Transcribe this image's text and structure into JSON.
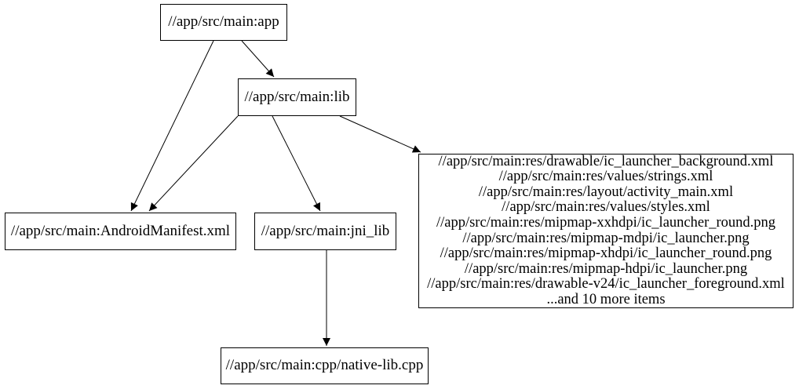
{
  "graph": {
    "background_color": "#ffffff",
    "node_border_color": "#000000",
    "edge_color": "#000000",
    "text_color": "#000000",
    "nodes": {
      "app": {
        "label": "//app/src/main:app"
      },
      "lib": {
        "label": "//app/src/main:lib"
      },
      "android_manifest": {
        "label": "//app/src/main:AndroidManifest.xml"
      },
      "jni_lib": {
        "label": "//app/src/main:jni_lib"
      },
      "native_lib_cpp": {
        "label": "//app/src/main:cpp/native-lib.cpp"
      },
      "res_group": {
        "lines": [
          "//app/src/main:res/drawable/ic_launcher_background.xml",
          "//app/src/main:res/values/strings.xml",
          "//app/src/main:res/layout/activity_main.xml",
          "//app/src/main:res/values/styles.xml",
          "//app/src/main:res/mipmap-xxhdpi/ic_launcher_round.png",
          "//app/src/main:res/mipmap-mdpi/ic_launcher.png",
          "//app/src/main:res/mipmap-xhdpi/ic_launcher_round.png",
          "//app/src/main:res/mipmap-hdpi/ic_launcher.png",
          "//app/src/main:res/drawable-v24/ic_launcher_foreground.xml",
          "...and 10 more items"
        ]
      }
    },
    "edges": [
      {
        "from": "app",
        "to": "lib"
      },
      {
        "from": "app",
        "to": "android_manifest"
      },
      {
        "from": "lib",
        "to": "android_manifest"
      },
      {
        "from": "lib",
        "to": "jni_lib"
      },
      {
        "from": "lib",
        "to": "res_group"
      },
      {
        "from": "jni_lib",
        "to": "native_lib_cpp"
      }
    ]
  }
}
